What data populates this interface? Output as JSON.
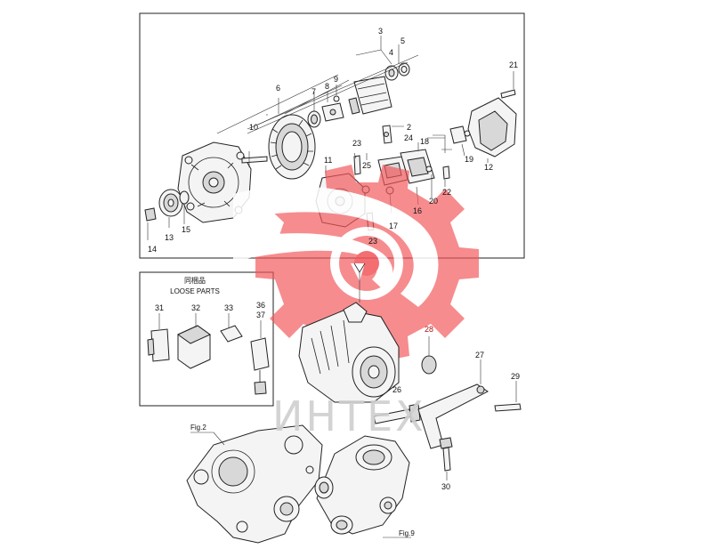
{
  "callouts": {
    "c2": "2",
    "c3": "3",
    "c4": "4",
    "c5": "5",
    "c6": "6",
    "c7": "7",
    "c8": "8",
    "c9": "9",
    "c10": "10",
    "c11": "11",
    "c12": "12",
    "c13": "13",
    "c14": "14",
    "c15": "15",
    "c16": "16",
    "c17": "17",
    "c18": "18",
    "c19": "19",
    "c20": "20",
    "c21": "21",
    "c22": "22",
    "c23a": "23",
    "c23b": "23",
    "c24": "24",
    "c25": "25",
    "c26": "26",
    "c27": "27",
    "c28": "28",
    "c29": "29",
    "c30": "30",
    "c31": "31",
    "c32": "32",
    "c33": "33",
    "c36": "36",
    "c37": "37"
  },
  "loose_parts": {
    "title_jp": "同梱品",
    "title_en": "LOOSE PARTS"
  },
  "figure_refs": {
    "fig2": "Fig.2",
    "fig9": "Fig.9"
  },
  "watermark": {
    "text": "ИНТЕХ",
    "logo": "red-gear-logo"
  },
  "colors": {
    "watermark_red": "#f2565a",
    "watermark_grey": "#cfcfcf",
    "highlight_callout": "#b01010"
  }
}
